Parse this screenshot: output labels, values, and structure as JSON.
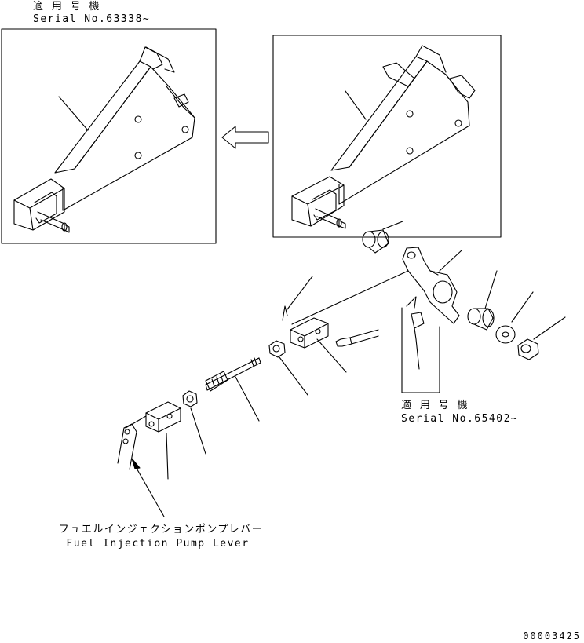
{
  "inset_old": {
    "applicability_label": "適 用 号 機",
    "serial_label": "Serial No.63338~"
  },
  "callout_new": {
    "applicability_label": "適 用 号 機",
    "serial_label": "Serial No.65402~"
  },
  "lever_callout": {
    "label_jp": "フュエルインジェクションポンプレバー",
    "label_en": "Fuel Injection Pump Lever"
  },
  "drawing_number": "00003425"
}
